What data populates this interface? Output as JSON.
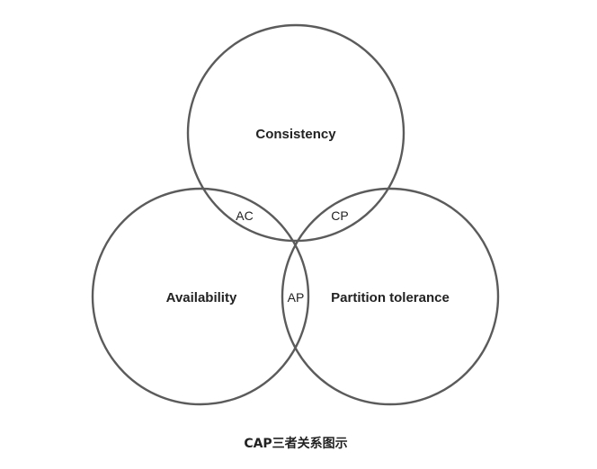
{
  "diagram": {
    "sets": {
      "consistency": "Consistency",
      "availability": "Availability",
      "partition": "Partition tolerance"
    },
    "intersections": {
      "ac": "AC",
      "cp": "CP",
      "ap": "AP"
    },
    "caption": "CAP三者关系图示"
  },
  "colors": {
    "stroke": "#5b5b5b",
    "text": "#222222",
    "background": "#ffffff"
  }
}
